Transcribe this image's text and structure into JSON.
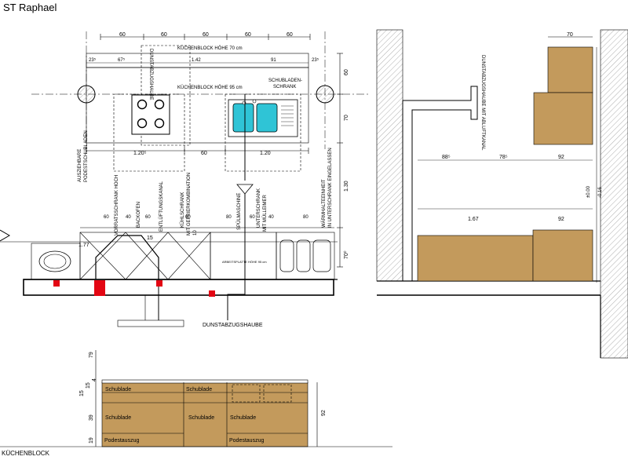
{
  "title": "ST Raphael",
  "footer": "KÜCHENBLOCK",
  "colors": {
    "wood": "#c39a5c",
    "sink": "#2fc4d6",
    "marker": "#e30613",
    "line": "#000000",
    "hatch": "#555555"
  },
  "plan": {
    "top_dims": [
      "60",
      "60",
      "60",
      "60",
      "60"
    ],
    "upper_block_label": "KÜCHENBLOCK HÖHE 70 cm",
    "upper_segments": [
      "23⁵",
      "67⁵",
      "1.42",
      "91",
      "23⁵"
    ],
    "hood_label": "DUNSTABZUGSHAUBE",
    "lower_block_label": "KÜCHENBLOCK HÖHE 95 cm",
    "drawer_cabinet_label": [
      "SCHUBLADEN-",
      "SCHRANK"
    ],
    "right_dims": [
      "60",
      "70"
    ],
    "middle_dims": [
      "1.20⁵",
      "60",
      "1.20"
    ],
    "podest_label": [
      "AUSZIEHBARE",
      "PODESTSCHUBLADEN"
    ],
    "vertical_dim": "1.30",
    "vertical_labels": [
      "VORRATSSCHRANK HOCH",
      "BACKOFEN",
      "ENTLÜFTUNGSKANAL",
      "KÜHLSCHRANK",
      "MIT GEFRIERKOMBINATION",
      "SPÜLMASCHINE",
      "UNTERSCHRANK",
      "MIT MÜLLEIMER",
      "WÄRMHALTEEINHEIT",
      "IN UNTERSCHRANK EINGELASSEN"
    ],
    "cab_dims": [
      "60",
      "40",
      "60",
      "60",
      "80",
      "60",
      "40",
      "80"
    ],
    "small_dims": [
      "1.77",
      "15",
      "10"
    ],
    "worktop_label": "ARBEITSPLATTE HÖHE 95 cm",
    "side_height": "70⁰",
    "bottom_label": "DUNSTABZUGSHAUBE"
  },
  "section": {
    "hood_label": "DUNSTABZUGSHAUBE MIT ABLUFTKANAL",
    "top_dim": "70",
    "mid_dims": [
      "88⁵",
      "78⁵",
      "92"
    ],
    "lower_dims": [
      "1.67",
      "92"
    ],
    "level_labels": [
      "±0.00",
      "-0.16"
    ]
  },
  "elevation": {
    "left_dims": [
      "79",
      "15",
      "15",
      "4",
      "39",
      "19"
    ],
    "right_dim": "92",
    "drawer_labels": [
      "Schublade",
      "Schublade",
      "Schublade",
      "Schublade",
      "Schublade",
      "Podestauszug",
      "Podestauszug"
    ]
  }
}
